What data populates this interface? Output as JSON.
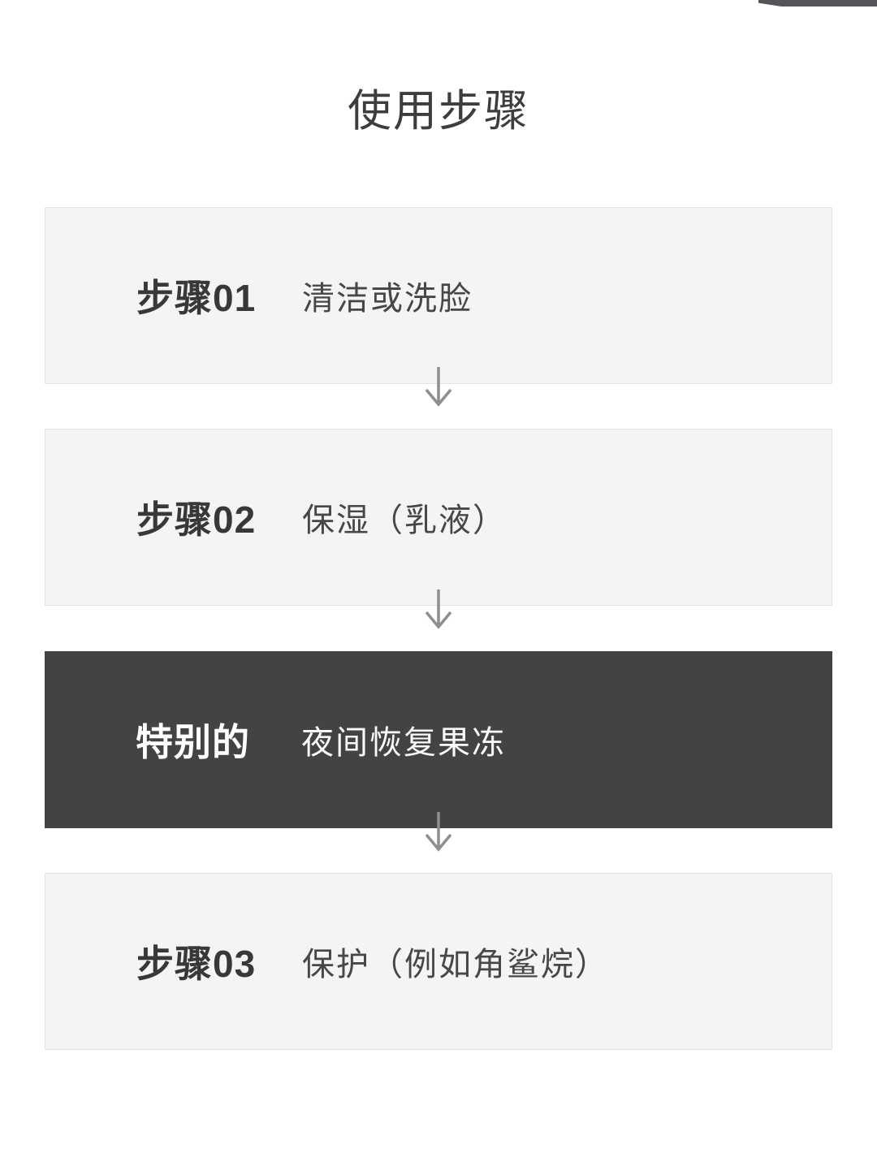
{
  "page": {
    "title": "使用步骤",
    "background_color": "#ffffff",
    "title_color": "#3d3d3d",
    "light_box_color": "#f4f4f4",
    "light_box_border_color": "#e3e3e3",
    "dark_box_color": "#434345",
    "arrow_color": "#8e8e8e"
  },
  "steps": [
    {
      "label": "步骤01",
      "value": "清洁或洗脸",
      "theme": "light"
    },
    {
      "label": "步骤02",
      "value": "保湿（乳液）",
      "theme": "light"
    },
    {
      "label": "特别的",
      "value": "夜间恢复果冻",
      "theme": "dark"
    },
    {
      "label": "步骤03",
      "value": "保护（例如角鲨烷）",
      "theme": "light"
    }
  ]
}
